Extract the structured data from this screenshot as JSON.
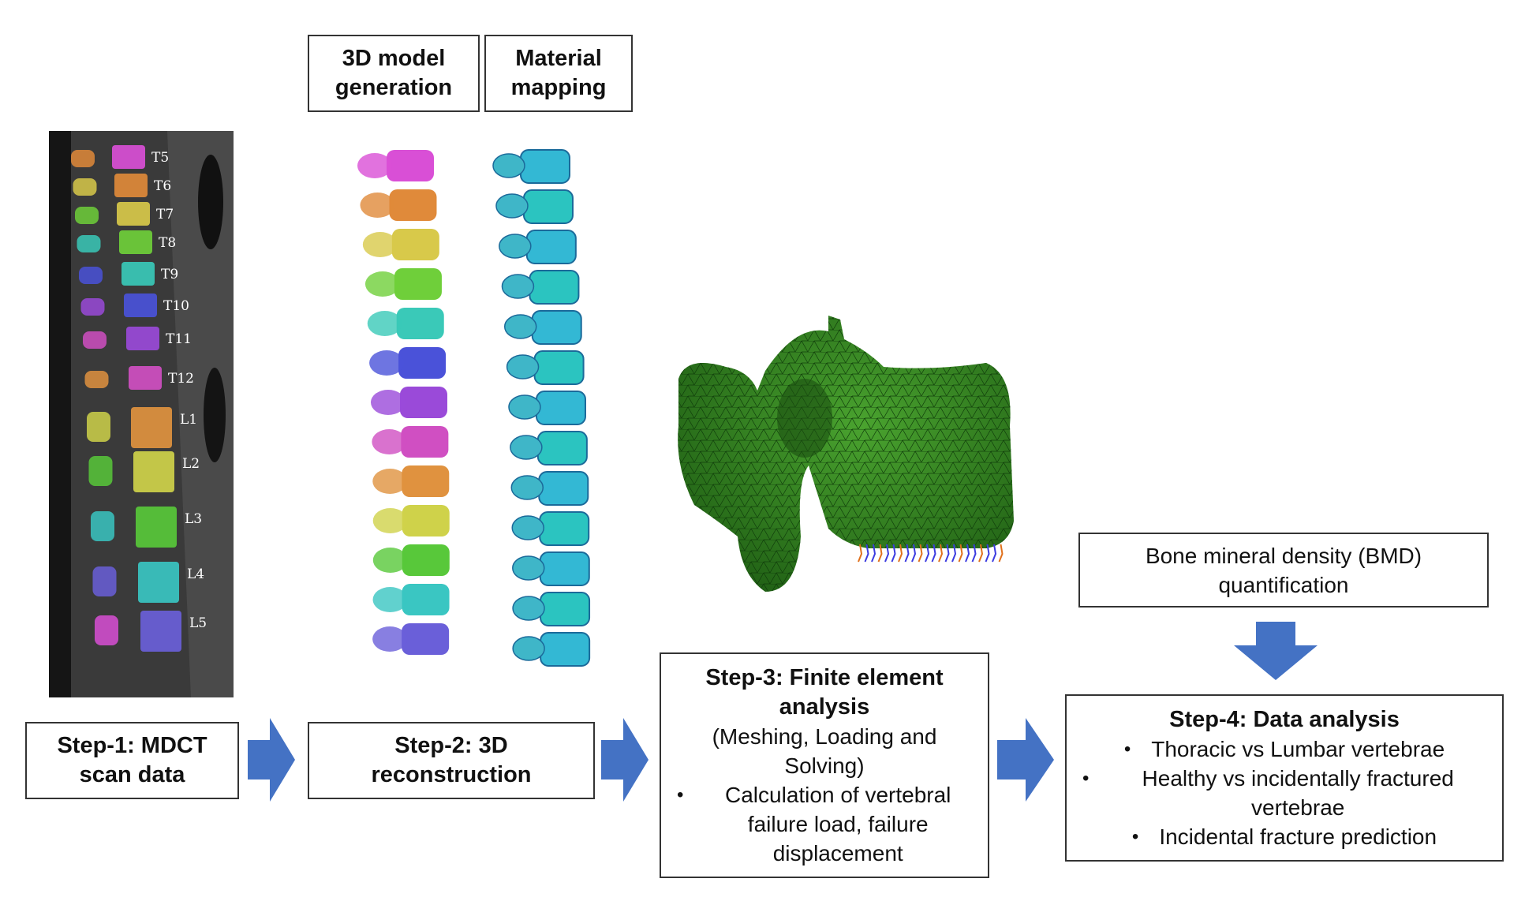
{
  "headers": {
    "model_generation": "3D model generation",
    "material_mapping": "Material mapping"
  },
  "step1": {
    "label": "Step-1: MDCT scan data"
  },
  "step2": {
    "label": "Step-2: 3D reconstruction"
  },
  "step3": {
    "title": "Step-3: Finite element analysis",
    "subtitle": "(Meshing, Loading and Solving)",
    "bullet": "Calculation of vertebral failure load, failure displacement"
  },
  "bmd": {
    "label": "Bone mineral density (BMD) quantification"
  },
  "step4": {
    "title": "Step-4: Data analysis",
    "bullets": [
      "Thoracic vs Lumbar vertebrae",
      "Healthy vs incidentally fractured vertebrae",
      "Incidental fracture prediction"
    ]
  },
  "ct_labels": [
    "T5",
    "T6",
    "T7",
    "T8",
    "T9",
    "T10",
    "T11",
    "T12",
    "L1",
    "L2",
    "L3",
    "L4",
    "L5"
  ],
  "colors": {
    "arrow": "#4472c4",
    "mesh_green": "#2e7d1f",
    "ct_background": "#3a3a3a"
  }
}
